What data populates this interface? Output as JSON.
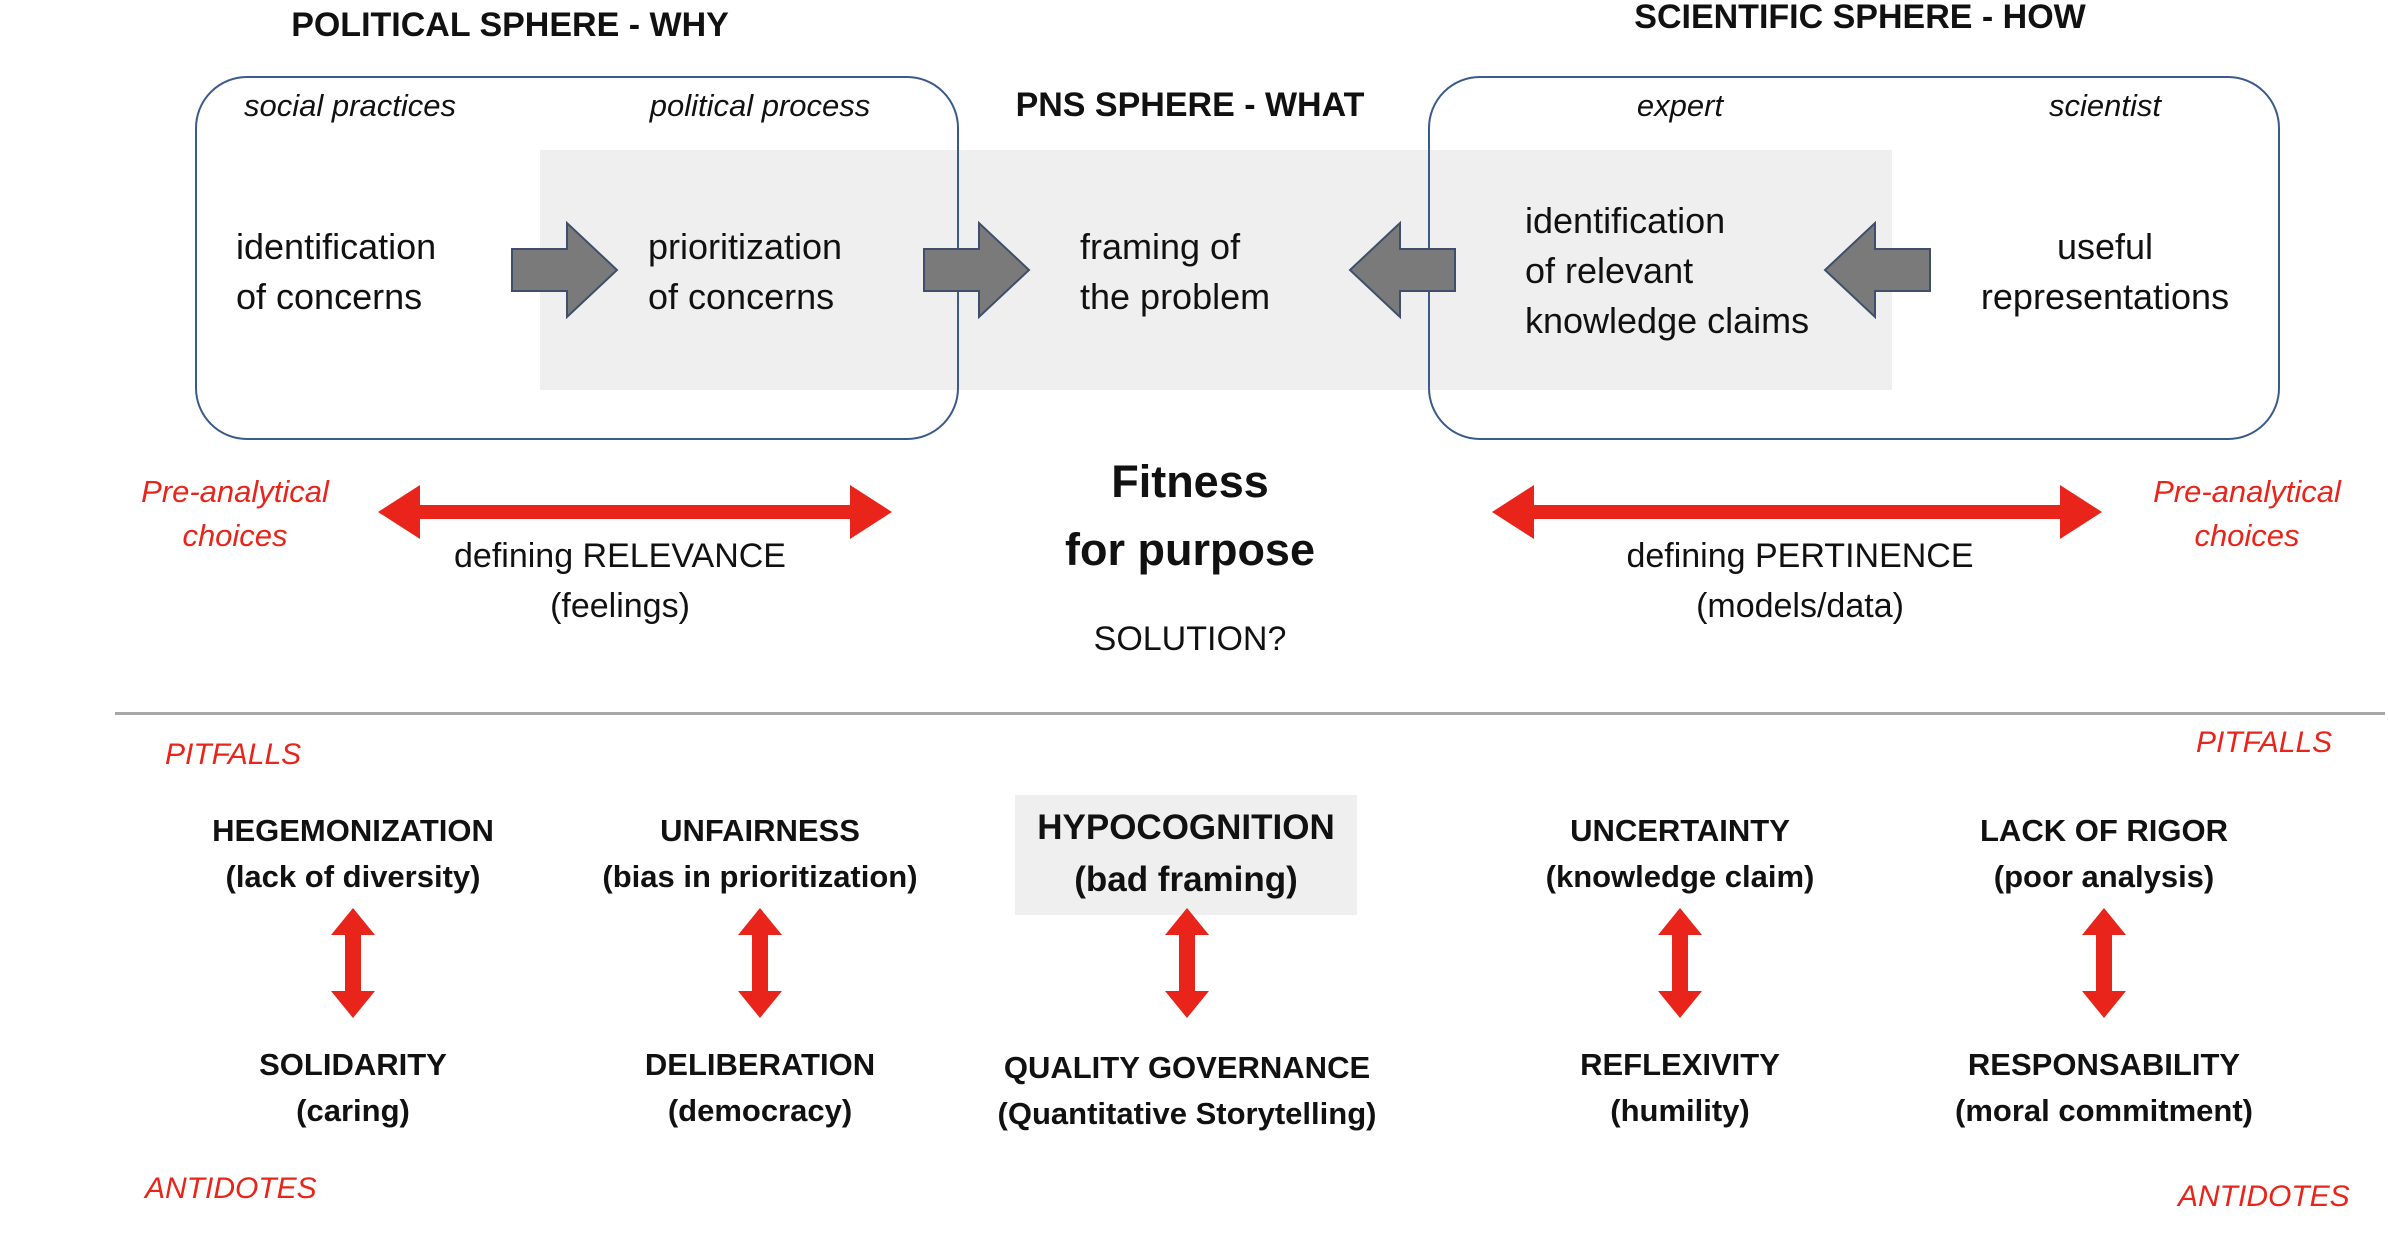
{
  "headers": {
    "political": "POLITICAL SPHERE - WHY",
    "pns": "PNS SPHERE - WHAT",
    "scientific": "SCIENTIFIC SPHERE - HOW"
  },
  "political_box": {
    "col1_sub": "social practices",
    "col2_sub": "political process",
    "col1_text": [
      "identification",
      "of concerns"
    ],
    "col2_text": [
      "prioritization",
      "of concerns"
    ]
  },
  "pns_box": {
    "text": [
      "framing of",
      "the problem"
    ]
  },
  "scientific_box": {
    "col1_sub": "expert",
    "col2_sub": "scientist",
    "col1_text": [
      "identification",
      "of relevant",
      "knowledge claims"
    ],
    "col2_text": [
      "useful",
      "representations"
    ]
  },
  "middle": {
    "left_choices": [
      "Pre-analytical",
      "choices"
    ],
    "right_choices": [
      "Pre-analytical",
      "choices"
    ],
    "relevance": [
      "defining RELEVANCE",
      "(feelings)"
    ],
    "pertinence": [
      "defining PERTINENCE",
      "(models/data)"
    ],
    "fitness": [
      "Fitness",
      "for purpose"
    ],
    "solution": "SOLUTION?"
  },
  "labels": {
    "pitfalls_left": "PITFALLS",
    "pitfalls_right": "PITFALLS",
    "antidotes_left": "ANTIDOTES",
    "antidotes_right": "ANTIDOTES"
  },
  "pitfalls": [
    {
      "title": "HEGEMONIZATION",
      "detail": "(lack of diversity)"
    },
    {
      "title": "UNFAIRNESS",
      "detail": "(bias in prioritization)"
    },
    {
      "title": "HYPOCOGNITION",
      "detail": "(bad framing)"
    },
    {
      "title": "UNCERTAINTY",
      "detail": "(knowledge claim)"
    },
    {
      "title": "LACK OF RIGOR",
      "detail": "(poor analysis)"
    }
  ],
  "antidotes": [
    {
      "title": "SOLIDARITY",
      "detail": "(caring)"
    },
    {
      "title": "DELIBERATION",
      "detail": "(democracy)"
    },
    {
      "title": "QUALITY GOVERNANCE",
      "detail": "(Quantitative Storytelling)"
    },
    {
      "title": "REFLEXIVITY",
      "detail": "(humility)"
    },
    {
      "title": "RESPONSABILITY",
      "detail": "(moral commitment)"
    }
  ],
  "colors": {
    "accent_red": "#e8241b",
    "box_border": "#3a5a8c",
    "shade": "#efefef",
    "arrow_gray": "#7a7a7a"
  }
}
